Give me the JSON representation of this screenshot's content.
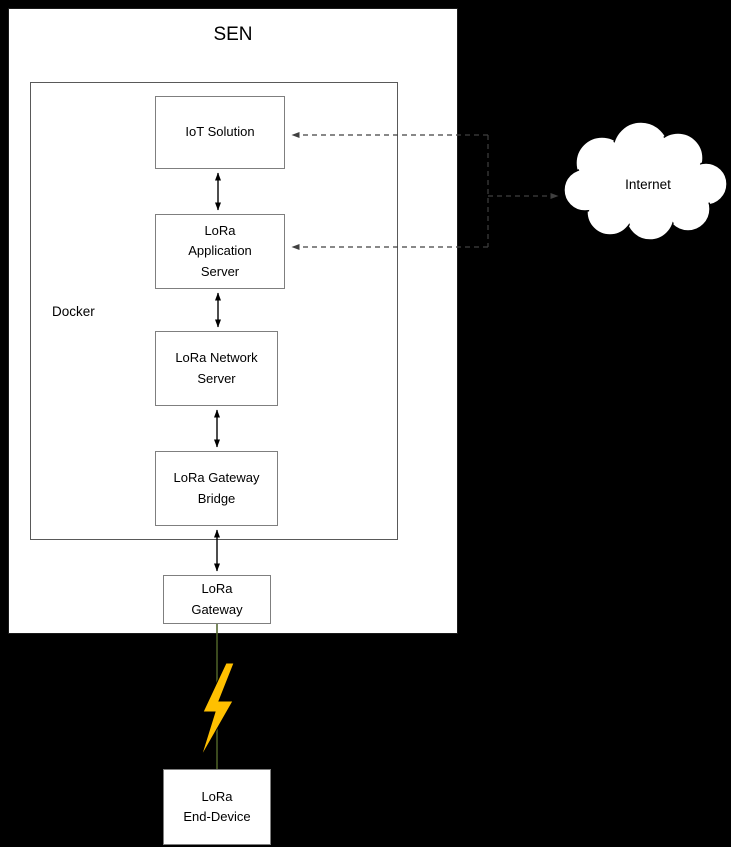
{
  "labels": {
    "sen": "SEN",
    "docker": "Docker",
    "internet": "Internet",
    "iot_solution": "IoT Solution",
    "lora_application_server": "LoRa\nApplication\nServer",
    "lora_network_server": "LoRa Network\nServer",
    "lora_gateway_bridge": "LoRa Gateway\nBridge",
    "lora_gateway": "LoRa\nGateway",
    "lora_end_device": "LoRa\nEnd-Device"
  },
  "colors": {
    "background": "#000000",
    "box_fill": "#ffffff",
    "box_border": "#7f7f7f",
    "arrow": "#000000",
    "dashed_link": "#404040",
    "lightning_fill": "#ffc000",
    "wireless_line": "#4f6228"
  },
  "edges": [
    {
      "from": "IoT Solution",
      "to": "LoRa Application Server",
      "type": "bidirectional-arrow"
    },
    {
      "from": "LoRa Application Server",
      "to": "LoRa Network Server",
      "type": "bidirectional-arrow"
    },
    {
      "from": "LoRa Network Server",
      "to": "LoRa Gateway Bridge",
      "type": "bidirectional-arrow"
    },
    {
      "from": "LoRa Gateway Bridge",
      "to": "LoRa Gateway",
      "type": "bidirectional-arrow"
    },
    {
      "from": "LoRa Gateway",
      "to": "LoRa End-Device",
      "type": "wireless-lightning"
    },
    {
      "from": "IoT Solution",
      "to": "Internet",
      "type": "dashed"
    },
    {
      "from": "LoRa Application Server",
      "to": "Internet",
      "type": "dashed"
    }
  ]
}
